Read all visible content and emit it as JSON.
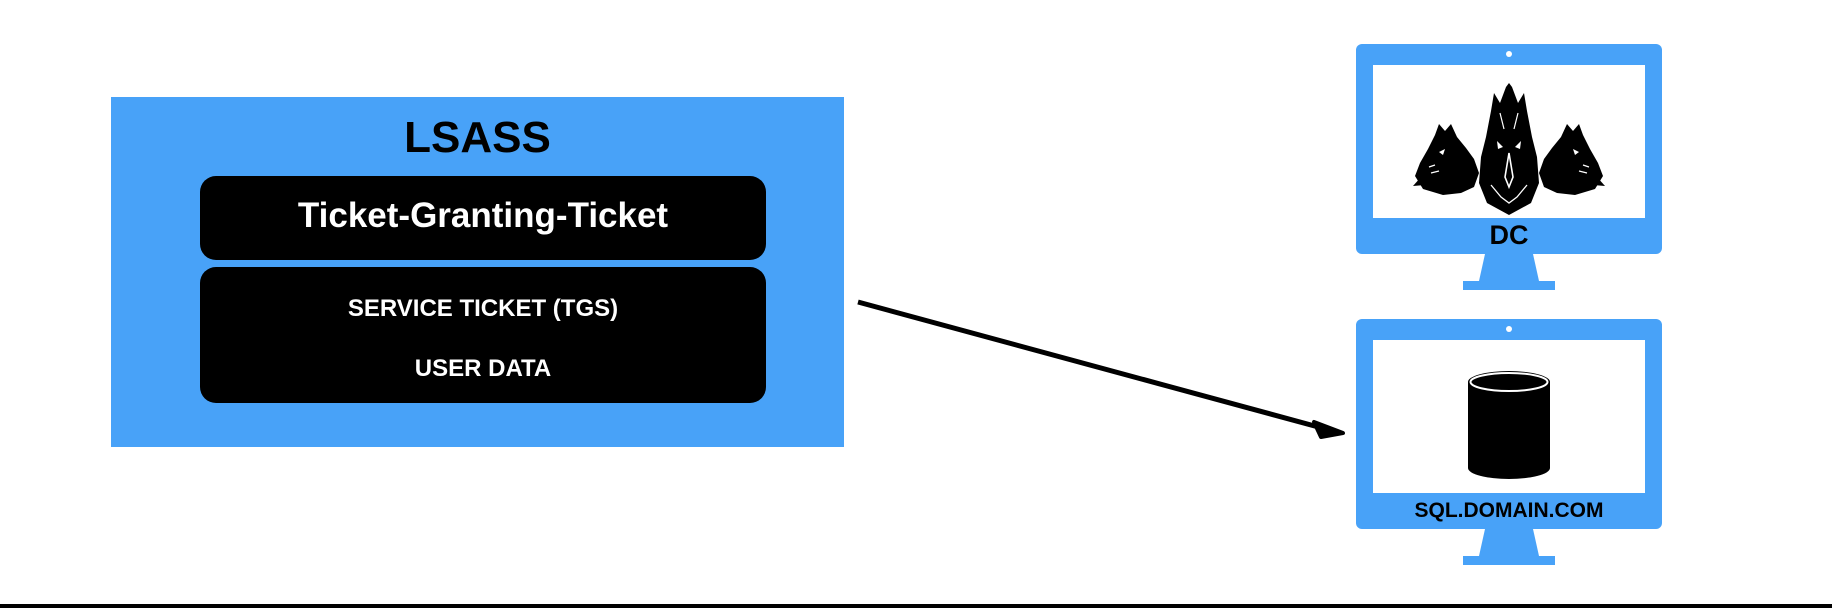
{
  "lsass": {
    "title": "LSASS",
    "tgt_label": "Ticket-Granting-Ticket",
    "service_ticket_label": "SERVICE TICKET (TGS)",
    "user_data_label": "USER DATA"
  },
  "dc": {
    "label": "DC",
    "icon": "three-wolves-logo-icon"
  },
  "sql": {
    "label": "SQL.DOMAIN.COM",
    "icon": "database-cylinder-icon"
  },
  "colors": {
    "accent": "#48a2f8",
    "box": "#000000",
    "background": "#ffffff"
  }
}
